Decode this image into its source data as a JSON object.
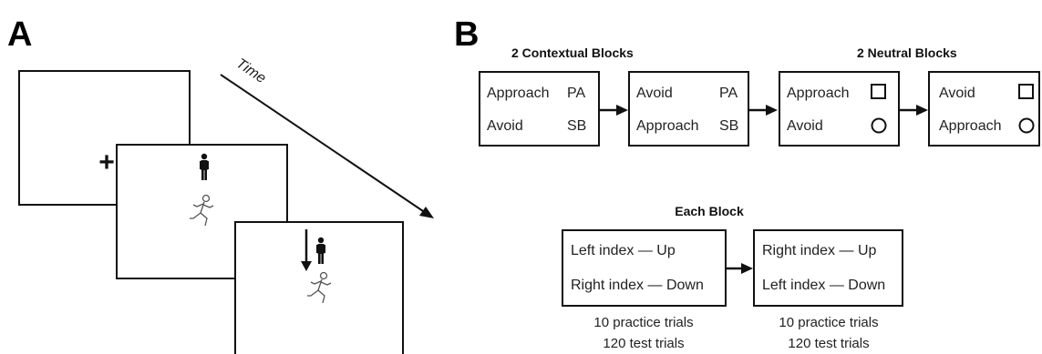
{
  "panel_a": {
    "label": "A",
    "time_label": "Time",
    "screens": [
      {
        "content": "+",
        "figures": []
      },
      {
        "figures": [
          "standing-person-icon",
          "running-figure-icon"
        ]
      },
      {
        "figures": [
          "down-arrow-icon",
          "standing-person-icon",
          "running-figure-icon"
        ]
      }
    ]
  },
  "panel_b": {
    "label": "B",
    "contextual_header": "2 Contextual Blocks",
    "neutral_header": "2 Neutral Blocks",
    "blocks": [
      {
        "row1_left": "Approach",
        "row1_right": "PA",
        "row2_left": "Avoid",
        "row2_right": "SB"
      },
      {
        "row1_left": "Avoid",
        "row1_right": "PA",
        "row2_left": "Approach",
        "row2_right": "SB"
      },
      {
        "row1_left": "Approach",
        "row1_symbol": "square-icon",
        "row2_left": "Avoid",
        "row2_symbol": "circle-icon"
      },
      {
        "row1_left": "Avoid",
        "row1_symbol": "square-icon",
        "row2_left": "Approach",
        "row2_symbol": "circle-icon"
      }
    ],
    "each_block_header": "Each Block",
    "each_block": [
      {
        "line1": "Left index — Up",
        "line2": "Right index — Down",
        "practice": "10 practice trials",
        "test": "120 test trials"
      },
      {
        "line1": "Right index — Up",
        "line2": "Left index — Down",
        "practice": "10 practice trials",
        "test": "120 test trials"
      }
    ]
  }
}
